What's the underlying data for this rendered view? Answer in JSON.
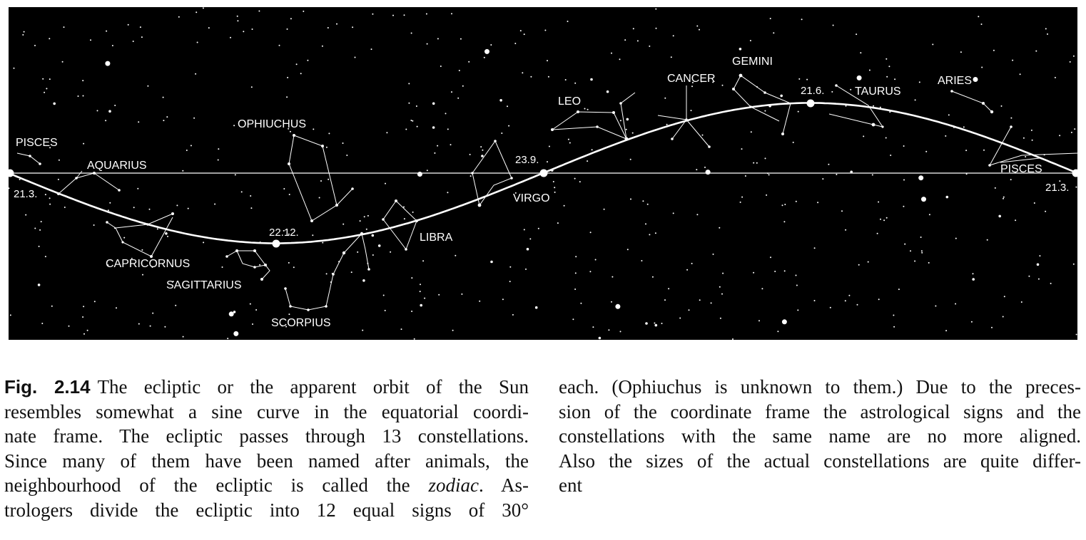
{
  "figure": {
    "ecliptic_dates": {
      "left_node": "21.3.",
      "winter": "22.12.",
      "autumn": "23.9.",
      "summer": "21.6.",
      "right_node": "21.3."
    },
    "constellations": {
      "pisces_left": "PISCES",
      "aquarius": "AQUARIUS",
      "capricornus": "CAPRICORNUS",
      "sagittarius": "SAGITTARIUS",
      "ophiuchus": "OPHIUCHUS",
      "scorpius": "SCORPIUS",
      "libra": "LIBRA",
      "virgo": "VIRGO",
      "leo": "LEO",
      "cancer": "CANCER",
      "gemini": "GEMINI",
      "taurus": "TAURUS",
      "aries": "ARIES",
      "pisces_right": "PISCES"
    }
  },
  "caption": {
    "label": "Fig. 2.14",
    "left_lines": [
      "The ecliptic or the apparent orbit of the Sun",
      "resembles somewhat a sine curve in the equatorial coordi-",
      "nate frame. The ecliptic passes through 13 constellations.",
      "Since many of them have been named after animals, the",
      "neighbourhood of the ecliptic is called the ",
      "zodiac",
      ". As-",
      "trologers divide the ecliptic into 12 equal signs of 30°"
    ],
    "right_lines": [
      "each. (Ophiuchus is unknown to them.) Due to the preces-",
      "sion of the coordinate frame the astrological signs and the",
      "constellations with the same name are no more aligned.",
      "Also the sizes of the actual constellations are quite differ-",
      "ent"
    ]
  }
}
